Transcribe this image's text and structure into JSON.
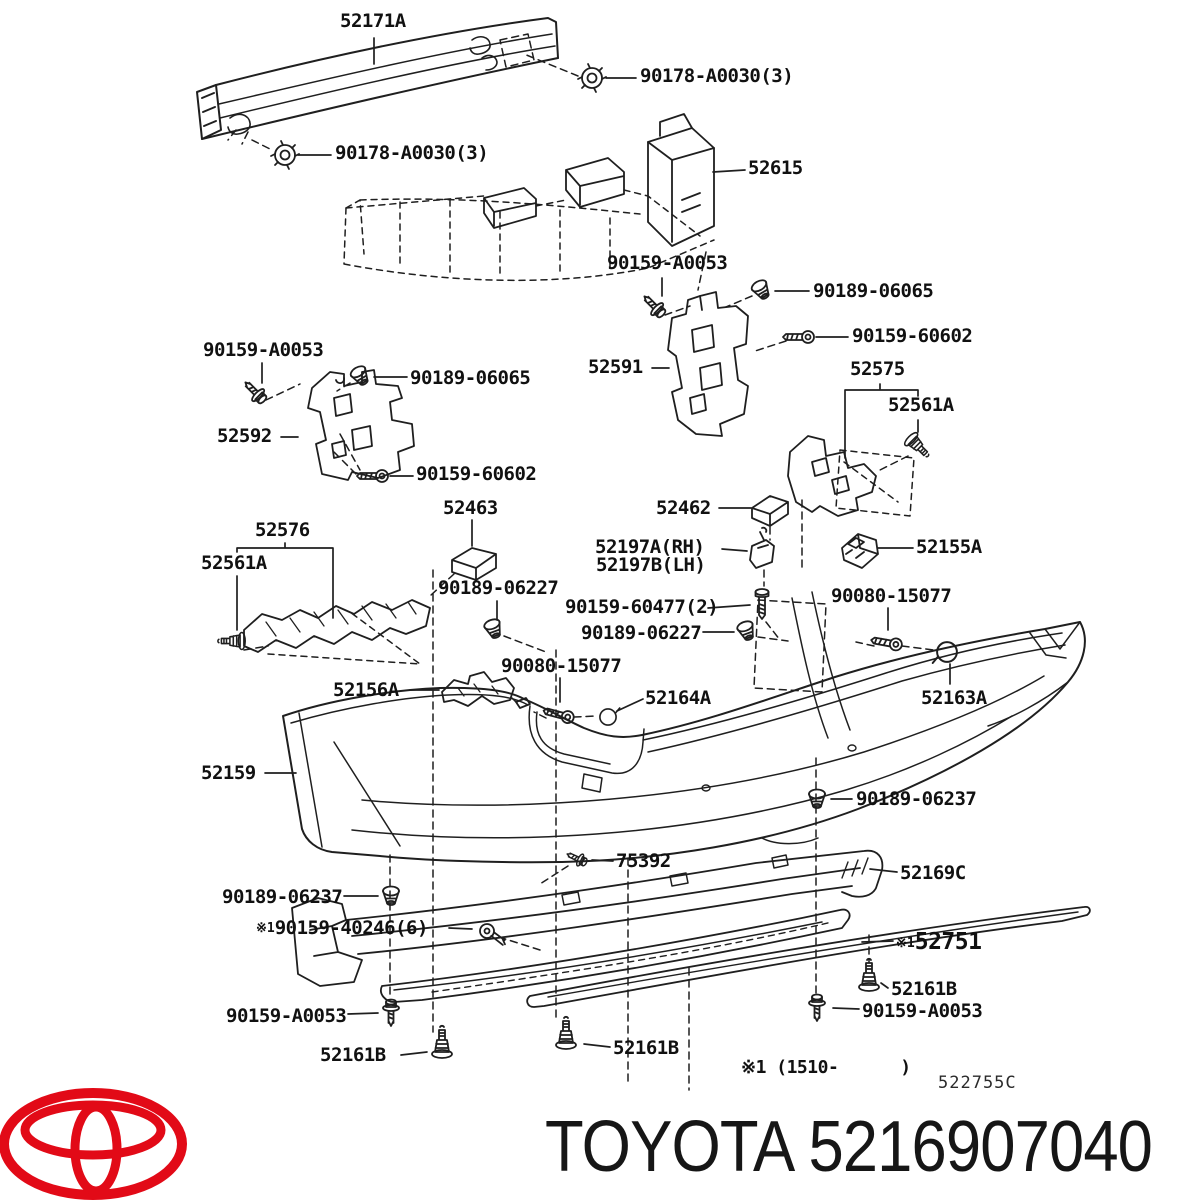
{
  "diagram": {
    "marker": "※1",
    "footnote": "※1 (1510-      )",
    "code": "522755C",
    "brand": "TOYOTA",
    "catalog_number": "5216907040",
    "colors": {
      "line": "#1f1f1f",
      "logo_red": "#e20a17",
      "text": "#111111"
    },
    "parts": {
      "p52171a": "52171A",
      "p90178_a0030": "90178-A0030(3)",
      "p52615": "52615",
      "p90159_a0053": "90159-A0053",
      "p90189_06065": "90189-06065",
      "p90159_60602": "90159-60602",
      "p52591": "52591",
      "p52592": "52592",
      "p52575": "52575",
      "p52561a": "52561A",
      "p52576": "52576",
      "p52463": "52463",
      "p52462": "52462",
      "p90189_06227": "90189-06227",
      "p52197a": "52197A(RH)",
      "p52197b": "52197B(LH)",
      "p52155a": "52155A",
      "p90159_60477": "90159-60477(2)",
      "p90080_15077": "90080-15077",
      "p52156a": "52156A",
      "p52164a": "52164A",
      "p52163a": "52163A",
      "p52159": "52159",
      "p90189_06237": "90189-06237",
      "p75392": "75392",
      "p52169c": "52169C",
      "p90159_40246": "90159-40246(6)",
      "p52751": "52751",
      "p52161b": "52161B"
    }
  }
}
